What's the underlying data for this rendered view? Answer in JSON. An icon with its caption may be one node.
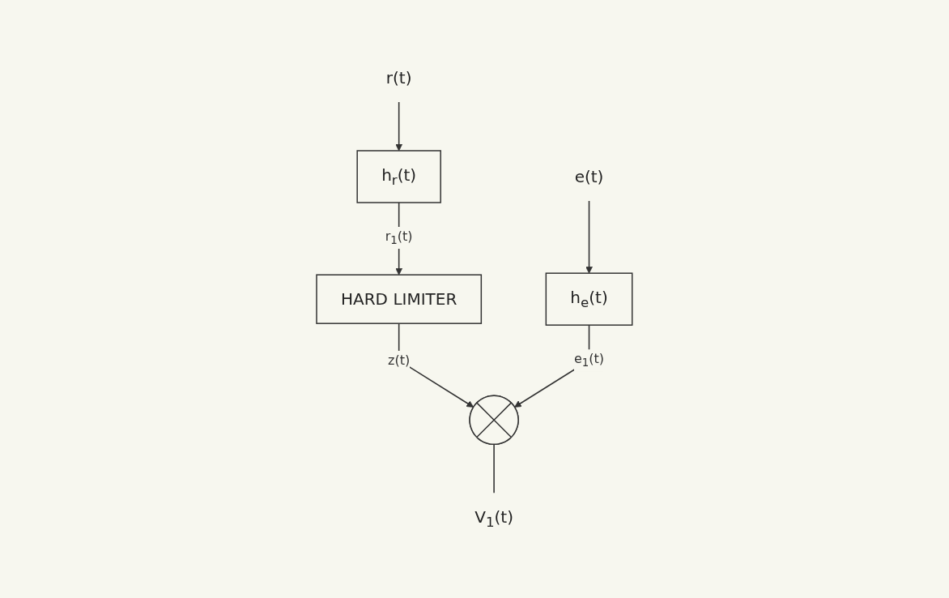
{
  "diagram": {
    "nodes": [
      {
        "text": [
          "r(t)"
        ]
      },
      {
        "text": [
          "h$_{r}$(t)"
        ]
      },
      {
        "text": [
          "HARD LIMITER"
        ]
      },
      {
        "text": [
          "e(t)"
        ]
      },
      {
        "text": [
          "h$_{e}$(t)"
        ]
      },
      {
        "text": [],
        "shape": "circle"
      },
      {
        "text": [
          "V$_{1}$(t)"
        ]
      }
    ],
    "edges": [
      {
        "from": 0,
        "to": 1,
        "arrow": "to"
      },
      {
        "from": 1,
        "to": 2,
        "arrow": "to",
        "label": "r$_{1}$(t)"
      },
      {
        "from": 2,
        "to": 5,
        "arrow": "to",
        "label": "z(t)"
      },
      {
        "from": 3,
        "to": 4,
        "arrow": "to"
      },
      {
        "from": 4,
        "to": 5,
        "arrow": "to",
        "label": "e$_{1}$(t)"
      },
      {
        "from": 5,
        "to": 6,
        "arrow": "none"
      }
    ]
  }
}
